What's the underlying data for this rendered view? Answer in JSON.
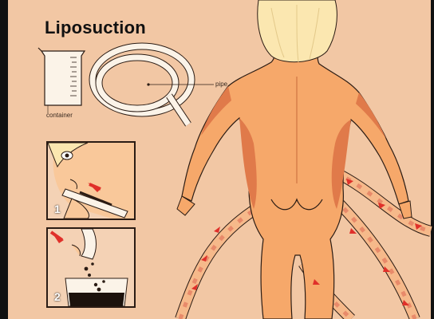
{
  "title": "Liposuction",
  "labels": {
    "pipe": "pipe",
    "container": "container"
  },
  "steps": [
    {
      "number": "1"
    },
    {
      "number": "2"
    }
  ],
  "colors": {
    "background": "#f2c7a4",
    "skin": "#f6a86a",
    "fat": "#e07a4a",
    "hair": "#fbe7b0",
    "tube_fat": "#e88a6a",
    "arrow": "#e0302a",
    "outline": "#2b1c14"
  }
}
